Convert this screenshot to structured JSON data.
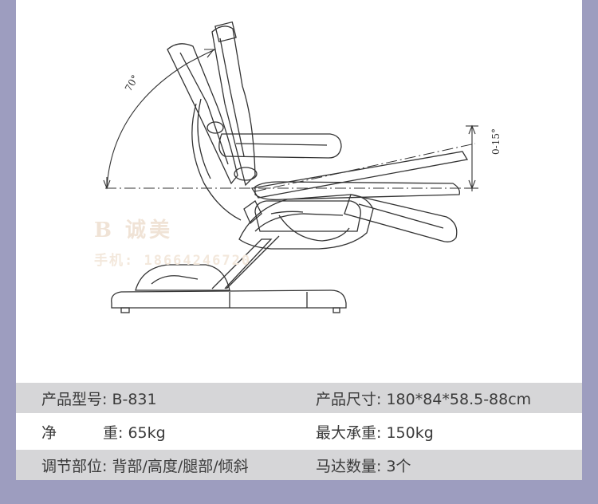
{
  "watermark": {
    "brand_text": "B 诚美",
    "phone_text": "手机: 18664246720"
  },
  "drawing": {
    "angle_back_label": "70°",
    "angle_leg_label": "0-15°"
  },
  "specs": {
    "model": {
      "label": "产品型号:",
      "value": "B-831"
    },
    "size": {
      "label": "产品尺寸:",
      "value": "180*84*58.5-88cm"
    },
    "weight": {
      "label_a": "净",
      "label_b": "重:",
      "value": "65kg"
    },
    "max_load": {
      "label": "最大承重:",
      "value": "150kg"
    },
    "adjust": {
      "label": "调节部位:",
      "value": "背部/高度/腿部/倾斜"
    },
    "motors": {
      "label": "马达数量:",
      "value": "3个"
    }
  },
  "colors": {
    "frame": "#9d9dbf",
    "row_shade": "#d6d6d8",
    "line": "#333333"
  }
}
